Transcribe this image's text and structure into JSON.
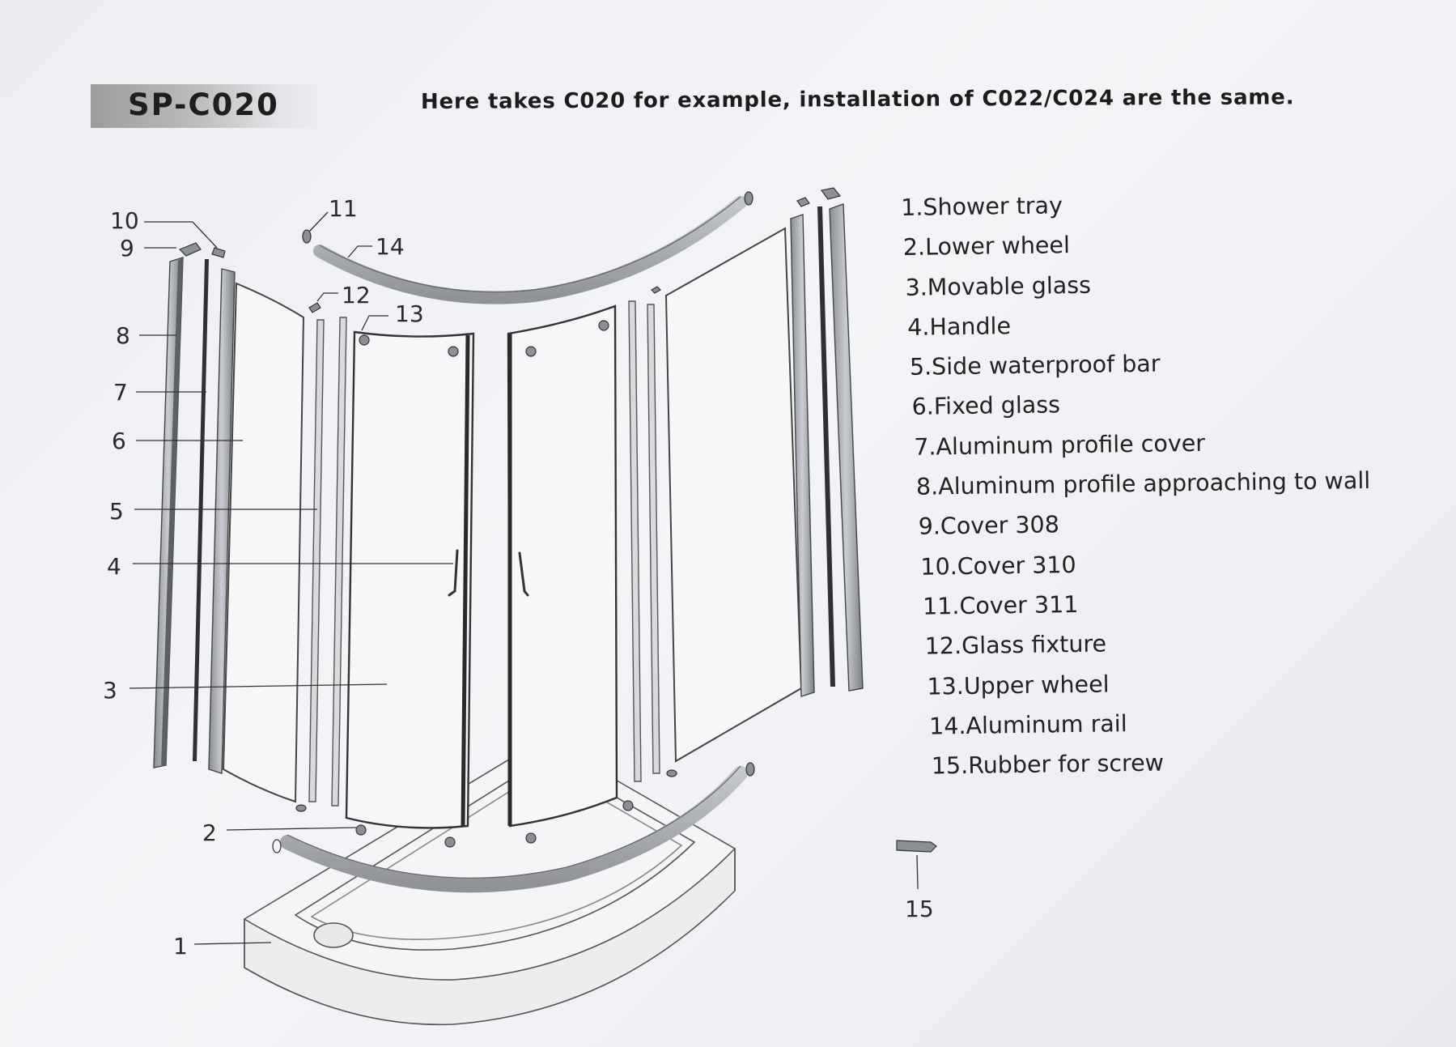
{
  "header": {
    "model": "SP-C020",
    "note": "Here takes C020 for example, installation of C022/C024 are the same."
  },
  "parts": [
    {
      "number": "1",
      "label": "1.Shower tray"
    },
    {
      "number": "2",
      "label": "2.Lower wheel"
    },
    {
      "number": "3",
      "label": "3.Movable glass"
    },
    {
      "number": "4",
      "label": "4.Handle"
    },
    {
      "number": "5",
      "label": "5.Side waterproof bar"
    },
    {
      "number": "6",
      "label": "6.Fixed glass"
    },
    {
      "number": "7",
      "label": "7.Aluminum profile cover"
    },
    {
      "number": "8",
      "label": "8.Aluminum profile approaching  to wall"
    },
    {
      "number": "9",
      "label": "9.Cover 308"
    },
    {
      "number": "10",
      "label": "10.Cover 310"
    },
    {
      "number": "11",
      "label": "11.Cover 311"
    },
    {
      "number": "12",
      "label": "12.Glass fixture"
    },
    {
      "number": "13",
      "label": "13.Upper wheel"
    },
    {
      "number": "14",
      "label": "14.Aluminum rail"
    },
    {
      "number": "15",
      "label": "15.Rubber for screw"
    }
  ]
}
